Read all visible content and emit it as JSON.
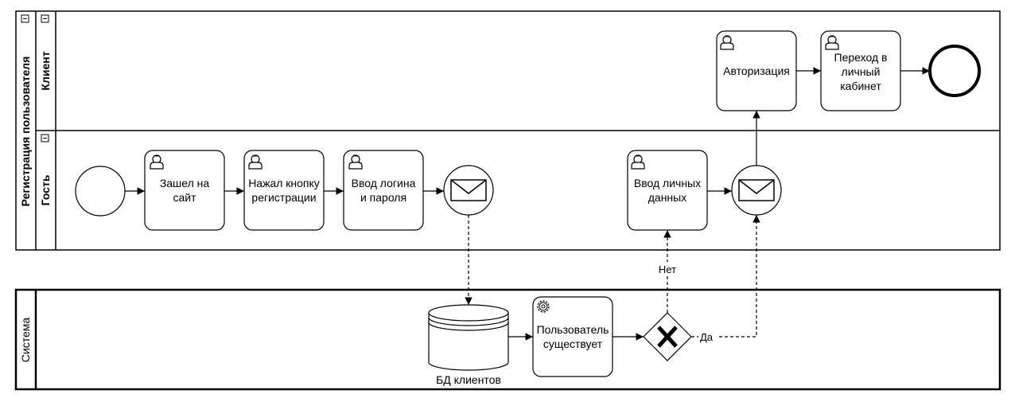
{
  "pool_top": {
    "title": "Регистрация пользователя",
    "lanes": [
      {
        "title": "Клиент"
      },
      {
        "title": "Гость"
      }
    ]
  },
  "pool_bottom": {
    "title": "Система"
  },
  "tasks": {
    "visit_site": [
      "Зашел на",
      "сайт"
    ],
    "click_register": [
      "Нажал кнопку",
      "регистрации"
    ],
    "enter_login": [
      "Ввод логина",
      "и пароля"
    ],
    "enter_personal": [
      "Ввод личных",
      "данных"
    ],
    "authorization": [
      "Авторизация"
    ],
    "go_cabinet": [
      "Переход в",
      "личный",
      "кабинет"
    ],
    "user_exists": [
      "Пользователь",
      "существует"
    ]
  },
  "database": {
    "label": "БД клиентов"
  },
  "gateway": {
    "no_label": "Нет",
    "yes_label": "Да"
  },
  "colors": {
    "stroke": "#000000",
    "fill": "#ffffff"
  }
}
